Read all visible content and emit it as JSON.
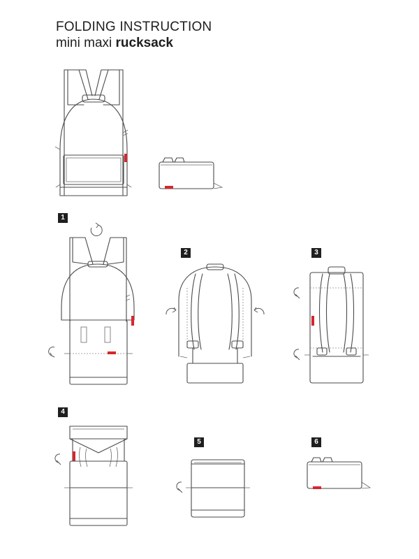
{
  "header": {
    "title": "FOLDING INSTRUCTION",
    "subtitle_regular": "mini maxi ",
    "subtitle_bold": "rucksack"
  },
  "steps": [
    {
      "label": "1"
    },
    {
      "label": "2"
    },
    {
      "label": "3"
    },
    {
      "label": "4"
    },
    {
      "label": "5"
    },
    {
      "label": "6"
    }
  ],
  "colors": {
    "line": "#4a4a4a",
    "accent_tag": "#d6262e",
    "badge_bg": "#1f1f1f"
  }
}
